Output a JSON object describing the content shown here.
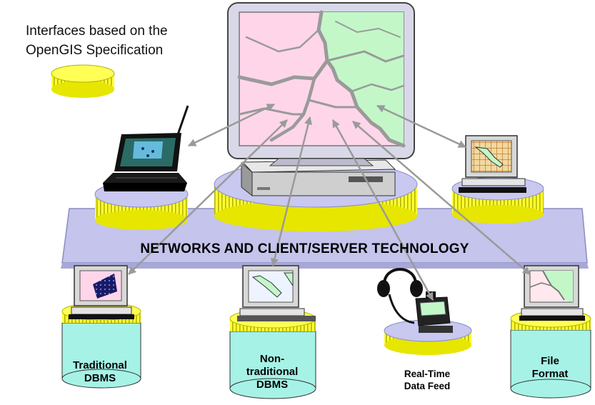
{
  "legend": {
    "line1": "Interfaces based on the",
    "line2": "OpenGIS Specification"
  },
  "network": {
    "label": "NETWORKS AND CLIENT/SERVER TECHNOLOGY"
  },
  "nodes": {
    "traditional": [
      "Traditional",
      "DBMS"
    ],
    "nontraditional": [
      "Non-",
      "traditional",
      "DBMS"
    ],
    "realtime": [
      "Real-Time",
      "Data Feed"
    ],
    "file": [
      "File",
      "Format"
    ]
  },
  "colors": {
    "interface_yellow": "#ffff33",
    "interface_stripe": "#b3b300",
    "network_slab": "#c4c4ec",
    "database_cyan": "#a6f2e6",
    "map_pink": "#ffd6e9",
    "map_green": "#c3f7c8",
    "monitor_gray": "#d8d8d8"
  }
}
